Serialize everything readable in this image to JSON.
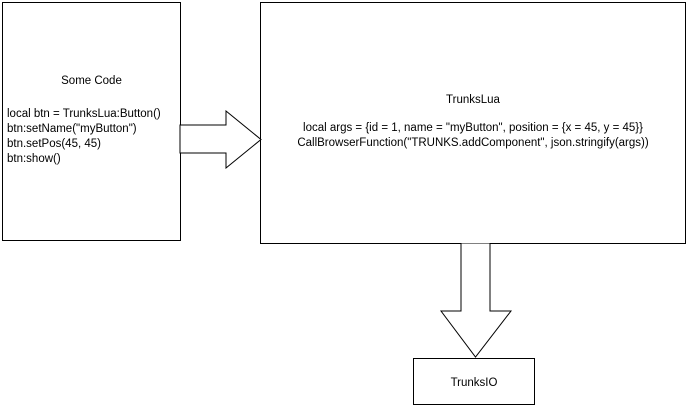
{
  "diagram": {
    "type": "flowchart",
    "background_color": "#ffffff",
    "stroke_color": "#000000",
    "text_color": "#000000",
    "nodes": [
      {
        "id": "some-code",
        "title": "Some Code",
        "body": "local btn = TrunksLua:Button()\nbtn:setName(\"myButton\")\nbtn.setPos(45, 45)\nbtn:show()"
      },
      {
        "id": "trunkslua",
        "title": "TrunksLua",
        "body": "local args = {id = 1, name = \"myButton\", position = {x = 45, y = 45}}\nCallBrowserFunction(\"TRUNKS.addComponent\", json.stringify(args))"
      },
      {
        "id": "trunksio",
        "title": "TrunksIO",
        "body": ""
      }
    ],
    "connectors": [
      {
        "id": "code-to-lua",
        "shape": "block-arrow",
        "direction": "right",
        "from": "some-code",
        "to": "trunkslua"
      },
      {
        "id": "lua-to-io",
        "shape": "block-arrow",
        "direction": "down",
        "from": "trunkslua",
        "to": "trunksio"
      }
    ]
  }
}
